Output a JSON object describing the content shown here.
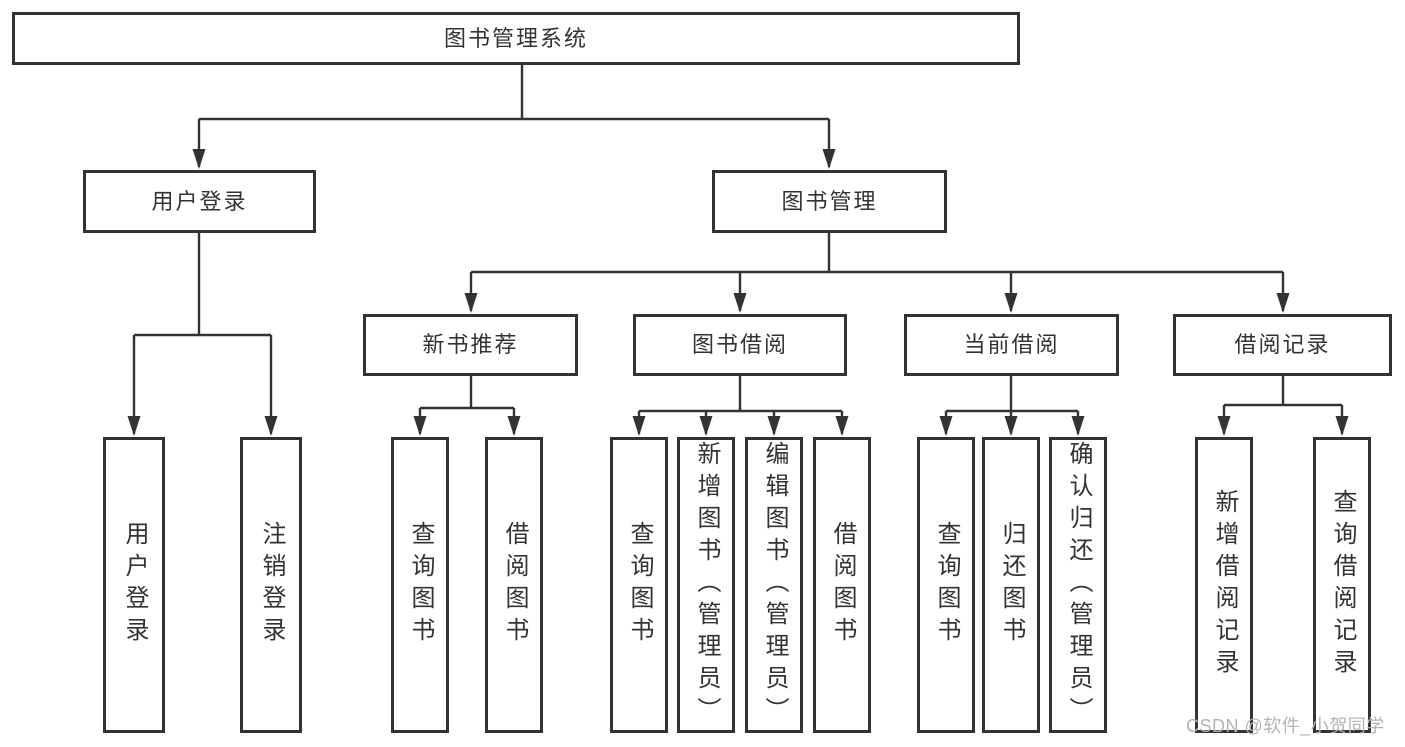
{
  "colors": {
    "line": "#333333",
    "text": "#333333",
    "background": "#ffffff",
    "watermark": "#b4b4b4"
  },
  "watermark": "CSDN @软件_小贺同学",
  "tree": {
    "label": "图书管理系统",
    "children": [
      {
        "label": "用户登录",
        "children": [
          {
            "label": "用户登录"
          },
          {
            "label": "注销登录"
          }
        ]
      },
      {
        "label": "图书管理",
        "children": [
          {
            "label": "新书推荐",
            "children": [
              {
                "label": "查询图书"
              },
              {
                "label": "借阅图书"
              }
            ]
          },
          {
            "label": "图书借阅",
            "children": [
              {
                "label": "查询图书"
              },
              {
                "label": "新增图书（管理员）"
              },
              {
                "label": "编辑图书（管理员）"
              },
              {
                "label": "借阅图书"
              }
            ]
          },
          {
            "label": "当前借阅",
            "children": [
              {
                "label": "查询图书"
              },
              {
                "label": "归还图书"
              },
              {
                "label": "确认归还（管理员）"
              }
            ]
          },
          {
            "label": "借阅记录",
            "children": [
              {
                "label": "新增借阅记录"
              },
              {
                "label": "查询借阅记录"
              }
            ]
          }
        ]
      }
    ]
  }
}
